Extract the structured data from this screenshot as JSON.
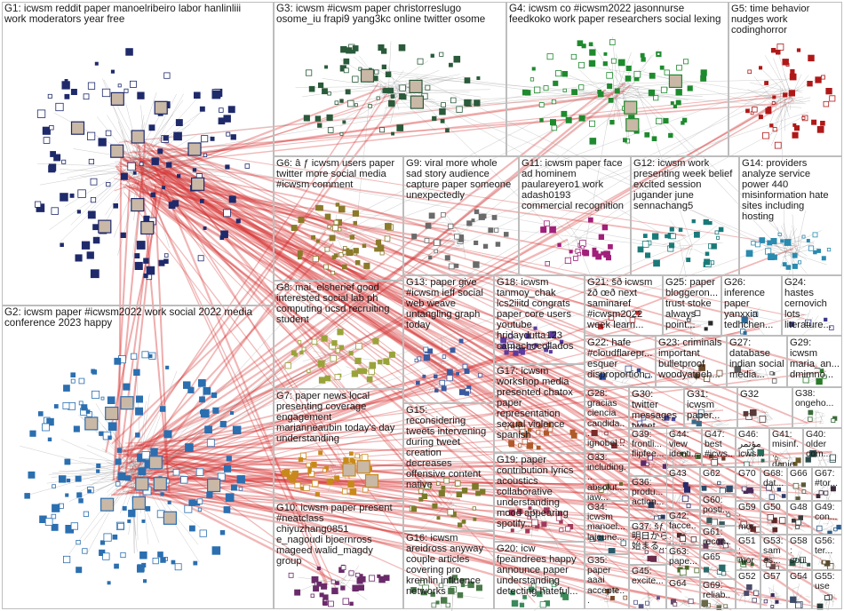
{
  "groups": [
    {
      "id": "G1",
      "label": "G1: icwsm reddit paper manoelribeiro labor hanlinliii\nwork moderators year free",
      "color": "#1f2a6b"
    },
    {
      "id": "G2",
      "label": "G2: icwsm paper #icwsm2022 work social 2022 media\nconference 2023 happy",
      "color": "#2b6fb0"
    },
    {
      "id": "G3",
      "label": "G3: icwsm #icwsm paper christorreslugo\nosome_iu frapi9 yang3kc online twitter osome",
      "color": "#2a5a3a"
    },
    {
      "id": "G4",
      "label": "G4: icwsm co #icwsm2022 jasonnurse\nfeedkoko work paper researchers social lexing",
      "color": "#1e8a2e"
    },
    {
      "id": "G5",
      "label": "G5: time behavior\nnudges work\ncodinghorror",
      "color": "#b01818"
    },
    {
      "id": "G6",
      "label": "G6: â ƒ icwsm users paper\ntwitter more social media\n#icwsm comment",
      "color": "#8a7a2a"
    },
    {
      "id": "G7",
      "label": "G7: paper news local\npresenting coverage\nengagement\nmarianneaubin today's day\nunderstanding",
      "color": "#c78a1a"
    },
    {
      "id": "G8",
      "label": "G8: mai_elsherief good\ninterested social lab ph\ncomputing ucsd recruiting\nstudent",
      "color": "#9aa33a"
    },
    {
      "id": "G9",
      "label": "G9: viral more whole\nsad story audience\ncapture paper someone\nunexpectedly",
      "color": "#6a6a6a"
    },
    {
      "id": "G10",
      "label": "G10: icwsm paper present\n#neatclass\nchiyuzhang0851\ne_nagoudi bjoernross\nmageed walid_magdy\ngroup",
      "color": "#6a2a6a"
    },
    {
      "id": "G11",
      "label": "G11: icwsm paper face\nad hominem\npaulareyero1 work\nadash0193\ncommercial recognition",
      "color": "#a0207a"
    },
    {
      "id": "G12",
      "label": "G12: icwsm work\npresenting week belief\nexcited session\njugander june\nsennachang5",
      "color": "#1a7a7a"
    },
    {
      "id": "G13",
      "label": "G13: paper give\n#icwsm ieff social\nweb weave\nuntangling graph\ntoday",
      "color": "#3a5aa0"
    },
    {
      "id": "G14",
      "label": "G14: providers\nanalyze service\npower 440\nmisinformation hate\nsites including\nhosting",
      "color": "#2a8ab0"
    },
    {
      "id": "G15",
      "label": "G15:\nreconsidering\ntweets intervening\nduring tweet\ncreation\ndecreases\noffensive content\nnative",
      "color": "#7a7a2a"
    },
    {
      "id": "G16",
      "label": "G16: icwsm\nareidross anyway\ncouple articles\ncovering pro\nkremlin influence\nnetworks",
      "color": "#4a7a4a"
    },
    {
      "id": "G17",
      "label": "G17: icwsm\nworkshop media\npresented chatox\npaper\nrepresentation\nsexual violence\nspanish",
      "color": "#b05a2a"
    },
    {
      "id": "G18",
      "label": "G18: icwsm\ntanmoy_chak\nlcs2iiitd congrats\npaper core users\nyoutube\nhridaydutta123\ncamachocollados",
      "color": "#5a3aa0"
    },
    {
      "id": "G19",
      "label": "G19: paper\ncontribution lyrics\nacoustics\ncollaborative\nunderstanding\nmood appearing\nspotify...",
      "color": "#a03a5a"
    },
    {
      "id": "G20",
      "label": "G20: icw\nfpeandrees happy\nannounce paper\nunderstanding\ndetecting hateful...",
      "color": "#3a8a5a"
    },
    {
      "id": "G21",
      "label": "G21: šð icwsm\nžð œð next\nsaminaref\n#icwsm2022\nweek learn...",
      "color": "#c02a2a"
    },
    {
      "id": "G22",
      "label": "G22: hafe\n#cloudflarepr...\nesquer\ndisproportion...",
      "color": "#2a4a9a"
    },
    {
      "id": "G23",
      "label": "G23: criminals\nimportant\nbulletproof\nwoodyatpeh...",
      "color": "#6a4a2a"
    },
    {
      "id": "G24",
      "label": "G24:\nhastes\ncernovich\nlots\nliterature...",
      "color": "#3a3a8a"
    },
    {
      "id": "G25",
      "label": "G25: paper\nbloggeron...\ntrust stoke\nalways\npoint...",
      "color": "#2a2a2a"
    },
    {
      "id": "G26",
      "label": "G26:\ninference\npaper\nyanxxia\ntedhchen...",
      "color": "#2a6a9a"
    },
    {
      "id": "G27",
      "label": "G27:\ndatabase\nindian social\nmedia...",
      "color": "#5a5a5a"
    },
    {
      "id": "G28",
      "label": "G28:\ngracias\nciencia\ncandida...\nignobel...",
      "color": "#7a2a2a"
    },
    {
      "id": "G29",
      "label": "G29:\nicwsm\nmaria_an...\ndmimno...",
      "color": "#2a7a2a"
    },
    {
      "id": "G30",
      "label": "G30: twitter\nmessages\ntweet...\nfriends...",
      "color": "#4a4a9a"
    },
    {
      "id": "G31",
      "label": "G31:\nicwsm\npaper...",
      "color": "#3a6a8a"
    },
    {
      "id": "G32",
      "label": "G32",
      "color": "#5a3a3a"
    },
    {
      "id": "G33",
      "label": "G33:\nincluding...\nabsolut...\njaw...",
      "color": "#6a6a2a"
    },
    {
      "id": "G34",
      "label": "G34:\nicwsm\nmanoel...\nlajeune...",
      "color": "#2a5a6a"
    },
    {
      "id": "G35",
      "label": "G35:\npaper\naaai\naccepte...",
      "color": "#7a4a2a"
    },
    {
      "id": "G36",
      "label": "G36:\nprodu...\naction...",
      "color": "#2a3a5a"
    },
    {
      "id": "G37",
      "label": "G37: šƒ\n明日から\n始まる...",
      "color": "#6a2a4a"
    },
    {
      "id": "G38",
      "label": "G38:\nongeho...",
      "color": "#3a6a3a"
    },
    {
      "id": "G39",
      "label": "G39:\nfrontli...\nflipfee...",
      "color": "#5a2a6a"
    },
    {
      "id": "G40",
      "label": "G40:\nolder\ncom...",
      "color": "#2a4a4a"
    },
    {
      "id": "G41",
      "label": "G41:\nmisinf...\ndanie...",
      "color": "#6a5a2a"
    },
    {
      "id": "G42",
      "label": "G42:\nfacce...\nicws...",
      "color": "#4a2a2a"
    },
    {
      "id": "G43",
      "label": "G43",
      "color": "#2a2a6a"
    },
    {
      "id": "G44",
      "label": "G44:\nview\nidenti...",
      "color": "#3a5a2a"
    },
    {
      "id": "G45",
      "label": "G45:\nexcite...",
      "color": "#5a5a8a"
    },
    {
      "id": "G46",
      "label": "G46:\nمؤتمر\nicws...",
      "color": "#2a6a5a"
    },
    {
      "id": "G47",
      "label": "G47:\nbest\n#icws...",
      "color": "#6a3a2a"
    },
    {
      "id": "G48",
      "label": "G48",
      "color": "#3a3a3a"
    },
    {
      "id": "G49",
      "label": "G49:\ncon...",
      "color": "#2a5a8a"
    },
    {
      "id": "G50",
      "label": "G50",
      "color": "#5a2a2a"
    },
    {
      "id": "G51",
      "label": "G51:\nmore",
      "color": "#2a6a2a"
    },
    {
      "id": "G52",
      "label": "G52",
      "color": "#4a4a6a"
    },
    {
      "id": "G53",
      "label": "G53:\nsames...",
      "color": "#6a4a4a"
    },
    {
      "id": "G54",
      "label": "G54",
      "color": "#3a4a6a"
    },
    {
      "id": "G55",
      "label": "G55:\nuse",
      "color": "#2a3a3a"
    },
    {
      "id": "G56",
      "label": "G56:\nter...",
      "color": "#5a4a2a"
    },
    {
      "id": "G57",
      "label": "G57",
      "color": "#3a2a5a"
    },
    {
      "id": "G58",
      "label": "G58:\nsou...",
      "color": "#2a5a4a"
    },
    {
      "id": "G59",
      "label": "G59:\nmore",
      "color": "#6a2a2a"
    },
    {
      "id": "G60",
      "label": "G60:\nposti...",
      "color": "#3a5a5a"
    },
    {
      "id": "G61",
      "label": "G61:\nrecon...",
      "color": "#5a3a5a"
    },
    {
      "id": "G62",
      "label": "G62",
      "color": "#2a4a6a"
    },
    {
      "id": "G63",
      "label": "G63:\npape...",
      "color": "#4a6a2a"
    },
    {
      "id": "G64",
      "label": "G64",
      "color": "#6a4a6a"
    },
    {
      "id": "G65",
      "label": "G65",
      "color": "#2a6a6a"
    },
    {
      "id": "G66",
      "label": "G66",
      "color": "#5a5a3a"
    },
    {
      "id": "G67",
      "label": "G67:\n#tor...",
      "color": "#3a2a3a"
    },
    {
      "id": "G68",
      "label": "G68:\ndat...",
      "color": "#2a3a6a"
    },
    {
      "id": "G69",
      "label": "G69:\nreliab...",
      "color": "#6a6a4a"
    },
    {
      "id": "G70",
      "label": "G70",
      "color": "#4a2a5a"
    }
  ],
  "legend_colors": {
    "edge_inter": "#d83030",
    "edge_gray": "#8c8c8c",
    "panel_border": "#bdbdbd"
  }
}
